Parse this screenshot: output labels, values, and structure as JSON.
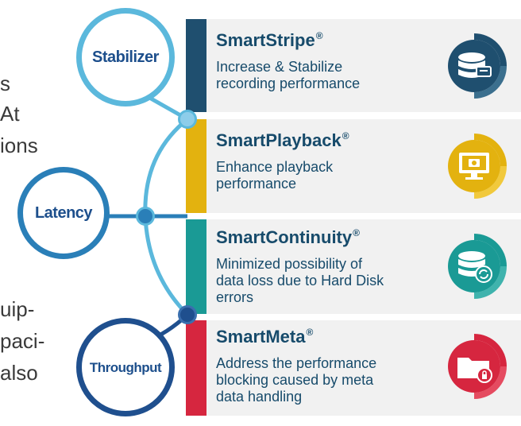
{
  "left_text": {
    "lines": [
      "s",
      "At",
      "ions",
      "uip-",
      "paci-",
      "also"
    ]
  },
  "categories": [
    {
      "label": "Stabilizer"
    },
    {
      "label": "Latency"
    },
    {
      "label": "Throughput"
    }
  ],
  "features": [
    {
      "name": "SmartStripe",
      "mark": "®",
      "lines": [
        "Increase & Stabilize",
        "recording performance"
      ],
      "color": "#1f4f6f",
      "icon": "database-chat-icon"
    },
    {
      "name": "SmartPlayback",
      "mark": "®",
      "lines": [
        "Enhance playback",
        "performance"
      ],
      "color": "#e3b20f",
      "icon": "monitor-play-icon"
    },
    {
      "name": "SmartContinuity",
      "mark": "®",
      "lines": [
        "Minimized possibility of",
        "data loss due to Hard Disk",
        "errors"
      ],
      "color": "#1a9a95",
      "icon": "database-refresh-icon"
    },
    {
      "name": "SmartMeta",
      "mark": "®",
      "lines": [
        "Address the performance",
        "blocking caused by meta",
        "data handling"
      ],
      "color": "#d6263f",
      "icon": "folder-lock-icon"
    }
  ],
  "colors": {
    "bubble_ring": "#5bb8dc",
    "bubble_ring_dark": "#1f4f8e",
    "text_primary": "#174b6b",
    "card_bg": "#f1f1f1"
  }
}
